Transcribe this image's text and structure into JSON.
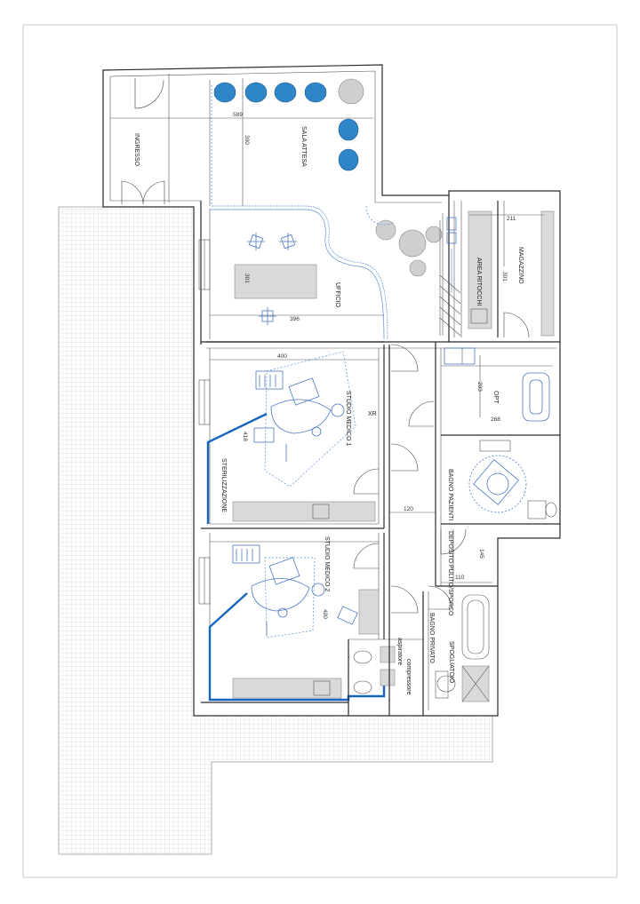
{
  "rooms": {
    "ingresso": "INGRESSO",
    "sala_attesa": "SALA ATTESA",
    "ufficio": "UFFICIO",
    "magazzino": "MAGAZZINO",
    "area_ritocchi": "AREA RITOCCHI",
    "studio_medico_1": "STUDIO MEDICO 1",
    "studio_medico_2": "STUDIO MEDICO 2",
    "sterilizzazione": "STERILIZZAZIONE",
    "opt": "OPT",
    "bagno_pazienti": "BAGNO PAZIENTI",
    "deposito": "DEPOSITO PULITO/SPORCO",
    "bagno_privato": "BAGNO PRIVATO",
    "spogliatoio": "SPOGLIATOIO"
  },
  "equipment": {
    "aspiratore": "aspiratore",
    "compressore": "compressore"
  },
  "dimensions": {
    "sala_width": "589",
    "sala_depth": "300",
    "ufficio_desk": "301",
    "ufficio_width": "396",
    "studio1_width": "400",
    "studio1_depth": "418",
    "studio2_depth": "400",
    "corridor": "120",
    "magazzino_width": "211",
    "magazzino_depth": "301",
    "opt_depth": "203",
    "opt_width": "268",
    "deposito_depth": "145",
    "deposito_width": "110"
  }
}
